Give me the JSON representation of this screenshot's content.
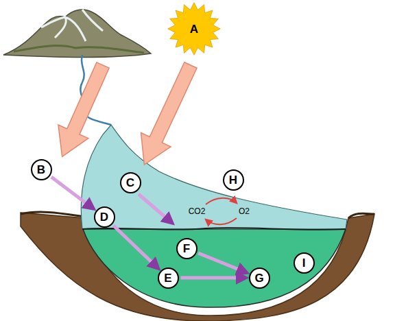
{
  "diagram": {
    "nodes": [
      {
        "text": [
          "A"
        ]
      },
      {
        "text": [
          "B"
        ]
      },
      {
        "text": [
          "C"
        ]
      },
      {
        "text": [
          "H"
        ]
      },
      {
        "text": [
          "D"
        ]
      },
      {
        "text": [
          "F"
        ]
      },
      {
        "text": [
          "E"
        ]
      },
      {
        "text": [
          "G"
        ]
      },
      {
        "text": [
          "I"
        ]
      }
    ],
    "edges": [
      {
        "from": 1,
        "to": 4,
        "arrow": "to"
      },
      {
        "from": 4,
        "to": 6,
        "arrow": "to"
      },
      {
        "from": 5,
        "to": 7,
        "arrow": "to"
      },
      {
        "from": 6,
        "to": 7,
        "arrow": "to"
      }
    ],
    "labels": [
      "CO2",
      "O2"
    ]
  }
}
